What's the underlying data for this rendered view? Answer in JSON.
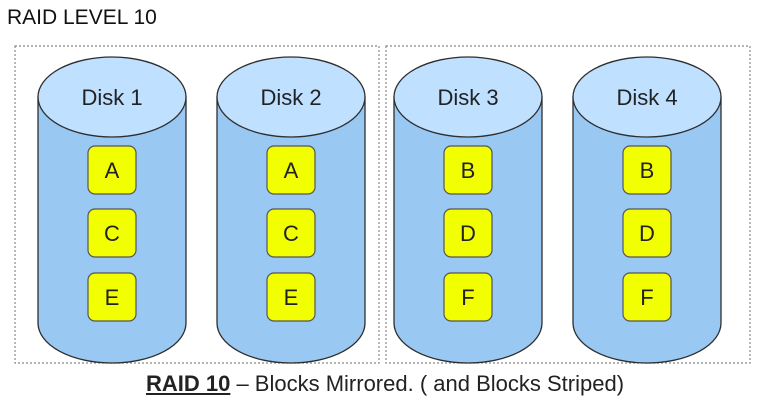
{
  "title": "RAID LEVEL 10",
  "caption": {
    "bold": "RAID 10",
    "rest": " – Blocks Mirrored. ( and Blocks Striped)"
  },
  "colors": {
    "disk_body": "#99c8f2",
    "disk_top": "#bfe0ff",
    "disk_stroke": "#2e2e2e",
    "block_fill": "#f2ff00",
    "block_stroke": "#555555",
    "group_border": "#888888"
  },
  "groups": [
    {
      "disks": [
        {
          "label": "Disk 1",
          "blocks": [
            "A",
            "C",
            "E"
          ]
        },
        {
          "label": "Disk 2",
          "blocks": [
            "A",
            "C",
            "E"
          ]
        }
      ]
    },
    {
      "disks": [
        {
          "label": "Disk 3",
          "blocks": [
            "B",
            "D",
            "F"
          ]
        },
        {
          "label": "Disk 4",
          "blocks": [
            "B",
            "D",
            "F"
          ]
        }
      ]
    }
  ]
}
